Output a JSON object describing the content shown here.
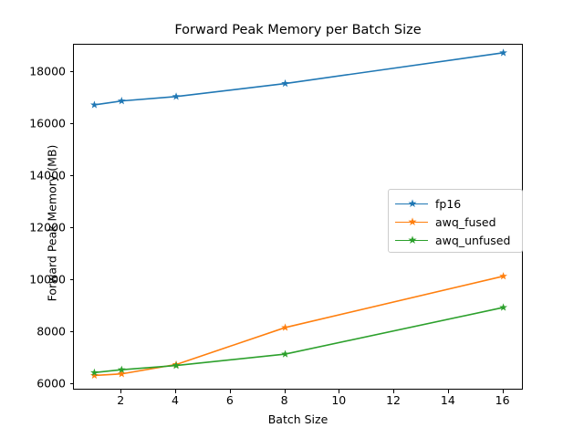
{
  "chart_data": {
    "type": "line",
    "title": "Forward Peak Memory per Batch Size",
    "xlabel": "Batch Size",
    "ylabel": "Forward Peak Memory (MB)",
    "x": [
      1,
      2,
      4,
      8,
      16
    ],
    "xlim": [
      0.25,
      16.75
    ],
    "ylim": [
      5760,
      19040
    ],
    "xticks": [
      2,
      4,
      6,
      8,
      10,
      12,
      14,
      16
    ],
    "xtick_labels": [
      "2",
      "4",
      "6",
      "8",
      "10",
      "12",
      "14",
      "16"
    ],
    "yticks": [
      6000,
      8000,
      10000,
      12000,
      14000,
      16000,
      18000
    ],
    "ytick_labels": [
      "6000",
      "8000",
      "10000",
      "12000",
      "14000",
      "16000",
      "18000"
    ],
    "grid": false,
    "marker": "star",
    "legend_position": "center right",
    "series": [
      {
        "name": "fp16",
        "color": "#1f77b4",
        "values": [
          16730,
          16880,
          17050,
          17550,
          18730
        ]
      },
      {
        "name": "awq_fused",
        "color": "#ff7f0e",
        "values": [
          6340,
          6400,
          6760,
          8180,
          10150
        ]
      },
      {
        "name": "awq_unfused",
        "color": "#2ca02c",
        "values": [
          6450,
          6560,
          6720,
          7160,
          8950
        ]
      }
    ]
  },
  "legend": {
    "entries": [
      {
        "label": "fp16"
      },
      {
        "label": "awq_fused"
      },
      {
        "label": "awq_unfused"
      }
    ]
  },
  "icons": {
    "star": "★"
  }
}
